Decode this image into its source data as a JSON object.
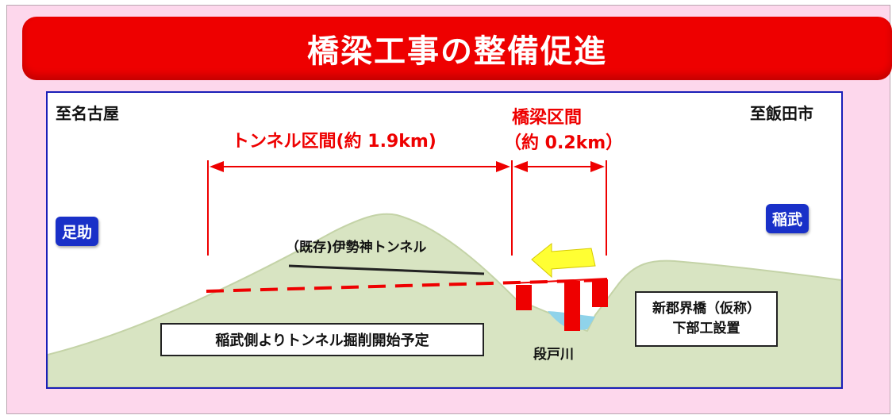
{
  "title": "橋梁工事の整備促進",
  "direction": {
    "left": "至名古屋",
    "right": "至飯田市"
  },
  "sections": {
    "tunnel": "トンネル区間(約 1.9km)",
    "bridge_line1": "橋梁区間",
    "bridge_line2": "（約 0.2km）"
  },
  "stations": {
    "left": "足助",
    "right": "稲武"
  },
  "labels": {
    "existing_tunnel": "（既存)伊勢神トンネル",
    "river": "段戸川",
    "bridge_line1": "新郡界橋（仮称）",
    "bridge_line2": "下部工設置",
    "excavation_note": "稲武側よりトンネル掘削開始予定"
  },
  "colors": {
    "title_bg": "#ee0000",
    "frame_bg": "#fdd7ec",
    "ground": "#d8e4c2",
    "accent_red": "#ee0000",
    "badge_blue": "#1930c8",
    "arrow_yellow": "#ffff33",
    "river": "#8fd3ea"
  }
}
